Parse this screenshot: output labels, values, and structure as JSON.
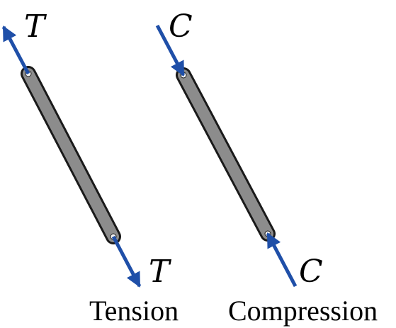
{
  "colors": {
    "arrow": "#1f4fa8",
    "bar_fill": "#8c8c8c",
    "bar_stroke": "#1a1a1a",
    "pin": "#f2f2f2"
  },
  "tension": {
    "caption": "Tension",
    "force_top": "T",
    "force_bottom": "T",
    "arrow_direction": "outward"
  },
  "compression": {
    "caption": "Compression",
    "force_top": "C",
    "force_bottom": "C",
    "arrow_direction": "inward"
  }
}
